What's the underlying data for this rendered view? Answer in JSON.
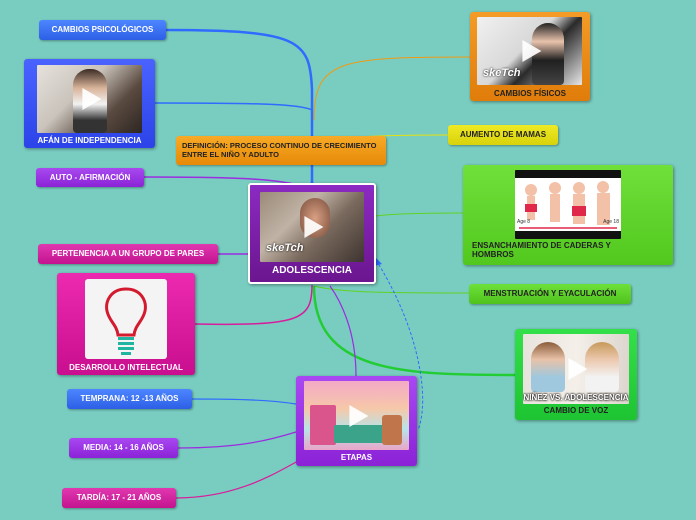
{
  "colors": {
    "background": "#79cdc0",
    "blue": "#3a6ff0",
    "purple": "#9b2ce0",
    "magenta": "#d81c9c",
    "orange": "#f09a12",
    "yellow": "#e6e00f",
    "green": "#5ed325",
    "center": "#7a1fa8"
  },
  "central": {
    "label": "ADOLESCENCIA",
    "media_icon": "play-icon",
    "watermark": "skeTch"
  },
  "nodes": {
    "cambios_psicologicos": "CAMBIOS PSICOLÓGICOS",
    "afan_independencia": "AFÁN DE INDEPENDENCIA",
    "definicion": "DEFINICIÓN: PROCESO CONTINUO DE CRECIMIENTO ENTRE EL NIÑO Y ADULTO",
    "auto_afirmacion": "AUTO - AFIRMACIÓN",
    "pertenencia": "PERTENENCIA A UN GRUPO DE PARES",
    "desarrollo_intelectual": "DESARROLLO INTELECTUAL",
    "cambios_fisicos": "CAMBIOS FÍSICOS",
    "aumento_mamas": "AUMENTO DE MAMAS",
    "caderas_hombros": "ENSANCHAMIENTO DE CADERAS Y HOMBROS",
    "menstruacion": "MENSTRUACIÓN Y EYACULACIÓN",
    "cambio_voz": "CAMBIO DE VOZ",
    "etapas": "ETAPAS",
    "temprana": "TEMPRANA: 12 -13 AÑOS",
    "media": "MEDIA: 14 - 16 AÑOS",
    "tardia": "TARDÍA: 17 - 21 AÑOS"
  },
  "media_text": {
    "fisicos_watermark": "skeTch",
    "caderas_age_left": "Age 8",
    "caderas_age_right": "Age 18",
    "voz_overlay": "NIÑEZ VS. ADOLESCENCIA"
  },
  "icons": {
    "lightbulb": "lightbulb-icon",
    "play": "play-icon"
  }
}
